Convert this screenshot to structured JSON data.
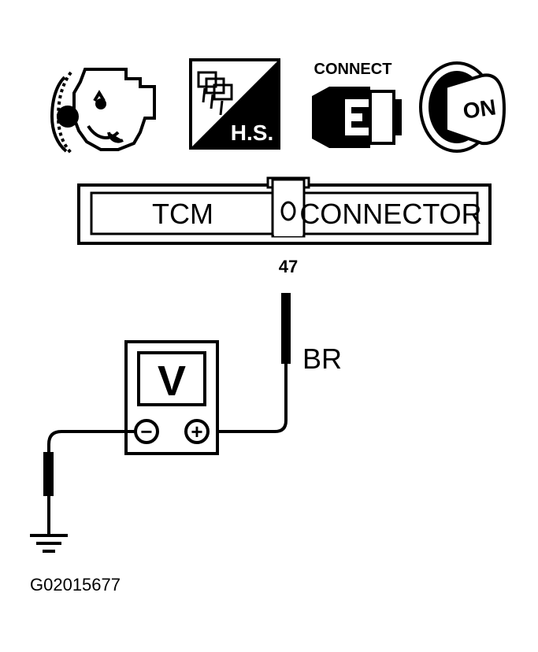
{
  "icons": {
    "hs_label": "H.S.",
    "connect_label": "CONNECT",
    "on_label": "ON"
  },
  "connector": {
    "left_label": "TCM",
    "right_label": "CONNECTOR",
    "terminal": "47"
  },
  "wire": {
    "color_code": "BR"
  },
  "meter": {
    "unit": "V",
    "negative_symbol": "−",
    "positive_symbol": "+"
  },
  "figure_id": "G02015677"
}
